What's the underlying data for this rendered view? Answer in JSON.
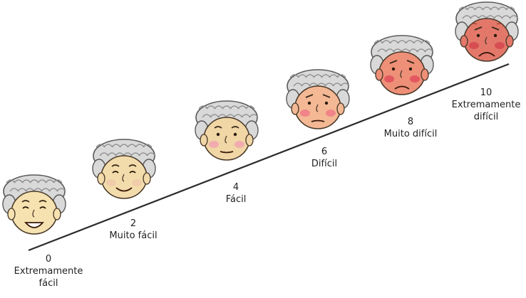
{
  "scale": {
    "line_color": "#2b2b2b",
    "points": [
      {
        "value": "0",
        "label_lines": [
          "Extremamente",
          "fácil"
        ],
        "face_color": "#f6e2b0",
        "cheek_color": "#f6e2b0",
        "mood": "very-happy"
      },
      {
        "value": "2",
        "label_lines": [
          "Muito fácil"
        ],
        "face_color": "#f3dcab",
        "cheek_color": "#f0c9a9",
        "mood": "happy"
      },
      {
        "value": "4",
        "label_lines": [
          "Fácil"
        ],
        "face_color": "#f1d6a6",
        "cheek_color": "#f2a4b0",
        "mood": "neutral"
      },
      {
        "value": "6",
        "label_lines": [
          "Difícil"
        ],
        "face_color": "#f4b894",
        "cheek_color": "#ee7a86",
        "mood": "worried"
      },
      {
        "value": "8",
        "label_lines": [
          "Muito difícil"
        ],
        "face_color": "#ee8f78",
        "cheek_color": "#e14f5a",
        "mood": "sad"
      },
      {
        "value": "10",
        "label_lines": [
          "Extremamente",
          "difícil"
        ],
        "face_color": "#e3786a",
        "cheek_color": "#d4474d",
        "mood": "very-sad"
      }
    ]
  }
}
